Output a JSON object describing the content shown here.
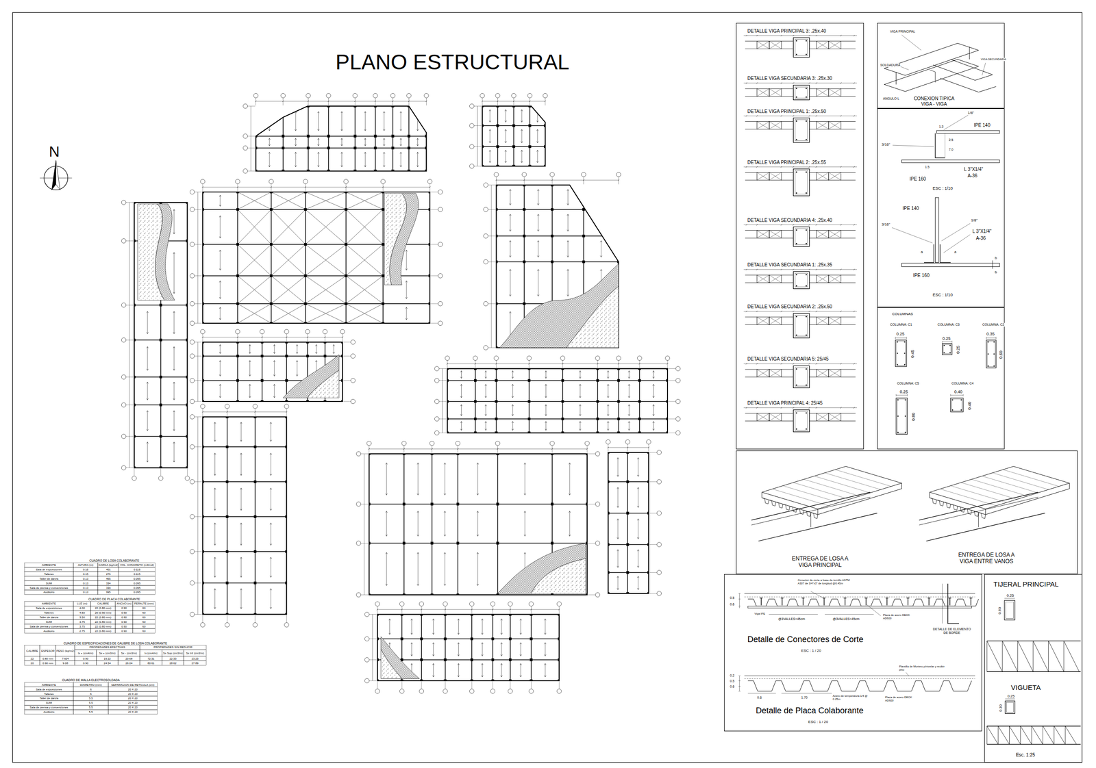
{
  "diagram": {
    "title": "PLANO ESTRUCTURAL",
    "nodes": [
      {
        "text": [
          "DETALLE VIGA PRINCIPAL 3: .25x.40",
          "DETALLE VIGA SECUNDARIA 3: .25x.30",
          "DETALLE VIGA PRINCIPAL 1: .25x.50",
          "DETALLE VIGA PRINCIPAL 2: .25x.55",
          "DETALLE VIGA SECUNDARIA 4: .25x.40",
          "DETALLE VIGA SECUNDARIA 1: .25x.35",
          "DETALLE VIGA SECUNDARIA 2: .25x.50",
          "DETALLE VIGA SECUNDARIA 5: 25/45",
          "DETALLE VIGA PRINCIPAL 4: 25/45"
        ]
      },
      {
        "text": [
          "VIGA PRINCIPAL",
          "SOLDADURA",
          "VIGA SECUNDARIA",
          "ANGULO L",
          "CONEXION TIPICA VIGA - VIGA"
        ]
      },
      {
        "text": [
          "1/8\"",
          "IPE 140",
          "1.3",
          "2.5",
          "7.0",
          "3/16\"",
          "L 3\"X1/4\"",
          "A-36",
          "1.5",
          "IPE 160",
          "ESC : 1/10",
          "IPE 140",
          "1/8\"",
          "3/16\"",
          "L 3\"X1/4\"",
          "A-36",
          "a",
          "a",
          "b",
          "IPE 160",
          "b",
          "ESC : 1/10"
        ]
      },
      {
        "text": [
          "COLUMNAS",
          "COLUMNA: C1",
          "0.25",
          "0.45",
          "COLUMNA: C3",
          "0.25",
          "0.25",
          "COLUMNA: C2",
          "0.35",
          "0.60",
          "COLUMNA: C5",
          "0.25",
          "0.80",
          "COLUMNA: C4",
          "0.40",
          "0.40"
        ]
      },
      {
        "text": [
          "ENTREGA DE LOSA A VIGA PRINCIPAL",
          "ENTREGA DE LOSA A VIGA ENTRE VANOS"
        ]
      },
      {
        "text": [
          "0.5",
          "0.6",
          "Conector de corte a base de tornillo ASTM A307 de 3/4\"x3\" de longitud @0.45m",
          "@3VALLES=45cm",
          "@3VALLES=45cm",
          "Viga IPE",
          "Placa de acero DECK AD600",
          "Detalle de Conectores de Corte",
          "ESC : 1 / 20",
          "DETALLE DE ELEMENTO DE BORDE",
          "Plantilla de Mortero p/nivelar y recibir piso",
          "0.2",
          "0.5",
          "0.6",
          "0.6",
          "1.70",
          "Acero de temperatura 1/4 @ 0.25m",
          "Placa de acero DECK AD600",
          "Detalle de Placa Colaborante",
          "ESC : 1 / 20"
        ]
      },
      {
        "text": [
          "TIJERAL PRINCIPAL",
          "0.25",
          "0.60",
          "VIGUETA",
          "0.25",
          "0.30",
          "Esc. 1:25"
        ]
      }
    ],
    "labels": [
      "N",
      "CUADRO DE LOSA COLABORANTE",
      "AMBIENTE",
      "ALTURA (m)",
      "CARGA (kg/m2)",
      "VOL. CONCRETO (m3/m2)",
      "Sala de exposiciones",
      "0.15",
      "401",
      "0.115",
      "Talleres",
      "0.15",
      "276",
      "0.115",
      "Taller de danza",
      "0.13",
      "465",
      "0.095",
      "SUM",
      "0.13",
      "334",
      "0.095",
      "Sala de prensa y convenciones",
      "0.13",
      "334",
      "0.095",
      "Auditorio",
      "0.13",
      "995",
      "0.095",
      "CUADRO DE PLACA COLABORANTE",
      "AMBIENTE",
      "LUZ (m)",
      "CALIBRE",
      "ANCHO (m)",
      "PERALTE (mm)",
      "Sala de exposiciones",
      "4.00",
      "22 (0.80 mm)",
      "0.90",
      "60",
      "Talleres",
      "4.50",
      "20 (0.90 mm)",
      "0.90",
      "60",
      "Taller de danza",
      "3.50",
      "22 (0.80 mm)",
      "0.90",
      "60",
      "SUM",
      "3.75",
      "22 (0.80 mm)",
      "0.90",
      "60",
      "Sala de prensa y convenciones",
      "3.75",
      "22 (0.80 mm)",
      "0.90",
      "60",
      "Auditorio",
      "2.75",
      "22 (0.80 mm)",
      "0.90",
      "60",
      "CUADRO DE ESPECIFICACIONES DE CALIBRE DE LOSA COLABORANTE",
      "CALIBRE",
      "ESPESOR",
      "PESO (kg/m2)",
      "PROPIEDADES EFECTIVAS",
      "PROPIEDADES SIN REDUCIR",
      "Ix + (cm4/m)",
      "Sx + (cm3/m)",
      "Sx - (cm3/m)",
      "Ix (cm4/m)",
      "Sx Sup (cm3/m)",
      "Sx Inf (cm3/m)",
      "22",
      "0.80 mm",
      "7.604",
      "0.90",
      "19.22",
      "20.68",
      "72.31",
      "22.33",
      "23.23",
      "20",
      "0.90 mm",
      "9.08",
      "0.90",
      "24.54",
      "26.04",
      "80.61",
      "28.62",
      "27.89",
      "CUADRO DE MALLA ELECTROSOLDADA",
      "AMBIENTE",
      "DIAMETRO (mm)",
      "SEPARACION DE RETICULA (cm)",
      "Sala de exposiciones",
      "6",
      "20 X 20",
      "Talleres",
      "6",
      "20 X 20",
      "Taller de danza",
      "5.5",
      "20 X 20",
      "SUM",
      "5.5",
      "20 X 20",
      "Sala de prensa y convenciones",
      "5.5",
      "20 X 20",
      "Auditorio",
      "5.5",
      "20 X 20"
    ]
  }
}
